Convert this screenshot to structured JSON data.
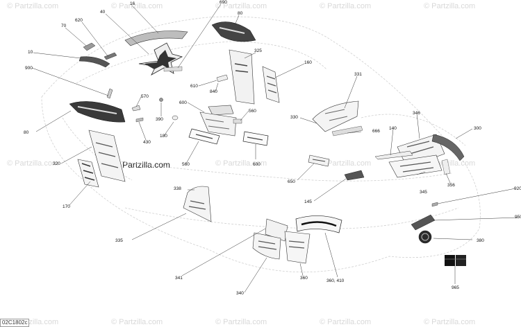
{
  "watermark": {
    "text": "© Partzilla.com",
    "center_text": "© Partzilla.com"
  },
  "diagram_code": "02C1802c",
  "callouts": [
    "16",
    "690",
    "80",
    "70",
    "620",
    "40",
    "10",
    "325",
    "900",
    "160",
    "331",
    "570",
    "610",
    "840",
    "600",
    "560",
    "390",
    "180",
    "430",
    "80",
    "330",
    "666",
    "346",
    "140",
    "300",
    "320",
    "170",
    "560",
    "600",
    "650",
    "356",
    "345",
    "920",
    "338",
    "145",
    "950",
    "335",
    "360, 410",
    "380",
    "341",
    "340",
    "360",
    "965"
  ]
}
